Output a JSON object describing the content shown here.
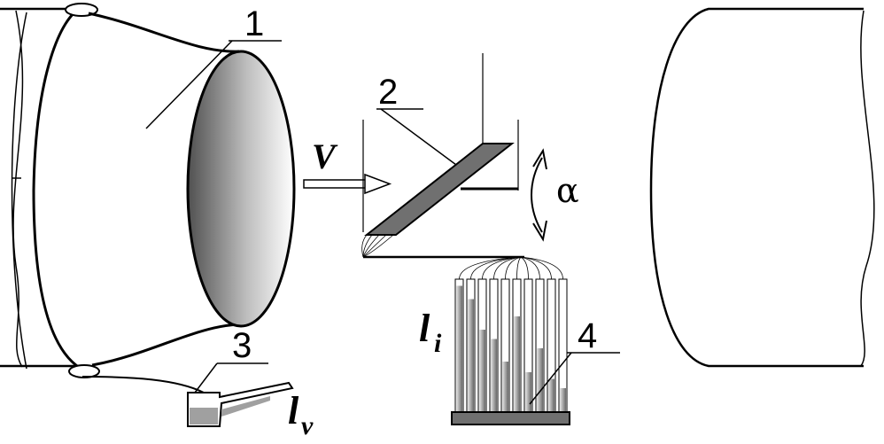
{
  "labels": {
    "l1": "1",
    "l2": "2",
    "l3": "3",
    "l4": "4",
    "velocity": "V",
    "alpha": "α",
    "li_main": "l",
    "li_sub": "i",
    "lv_main": "l",
    "lv_sub": "v"
  },
  "colors": {
    "stroke": "#000000",
    "plate_fill": "#707070",
    "tube_fill": "#a0a0a0"
  },
  "tubes": {
    "count": 10,
    "fill_levels": [
      0.95,
      0.85,
      0.62,
      0.55,
      0.38,
      0.72,
      0.3,
      0.48,
      0.25,
      0.18
    ]
  }
}
